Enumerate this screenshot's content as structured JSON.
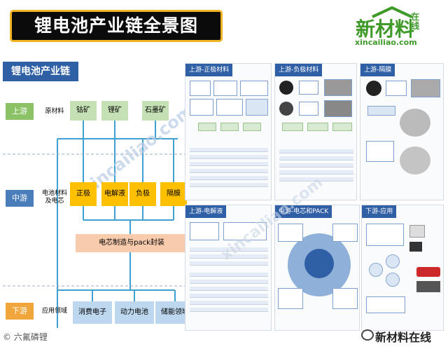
{
  "header": {
    "title": "锂电池产业链全景图",
    "logo_text": "新材料",
    "logo_side": "在线",
    "logo_url": "xincailiao.com"
  },
  "diagram": {
    "subtitle": "锂电池产业链",
    "stages": {
      "up": "上游",
      "mid": "中游",
      "down": "下游"
    },
    "categories": {
      "raw": "原材料",
      "mid": "电池材料及电芯",
      "app": "应用领域"
    },
    "materials": [
      "钴矿",
      "锂矿",
      "石墨矿"
    ],
    "components": [
      "正极",
      "电解液",
      "负极",
      "隔膜"
    ],
    "process": "电芯制造与pack封装",
    "applications": [
      "消费电子",
      "动力电池",
      "储能领域"
    ],
    "watermark": "xincailiao.com"
  },
  "thumbnails": [
    {
      "title": "上游-正极材料"
    },
    {
      "title": "上游-负极材料"
    },
    {
      "title": "上游-隔膜"
    },
    {
      "title": "上游-电解液"
    },
    {
      "title": "中游-电芯和PACK"
    },
    {
      "title": "下游-应用"
    }
  ],
  "footer": {
    "left": "© 六氟磷锂",
    "right": "新材料在线"
  },
  "colors": {
    "dark_title_bg": "#0b0b0b",
    "gold_border": "#f0b323",
    "brand_green": "#3f9a2a",
    "blue": "#2f5fa5"
  }
}
